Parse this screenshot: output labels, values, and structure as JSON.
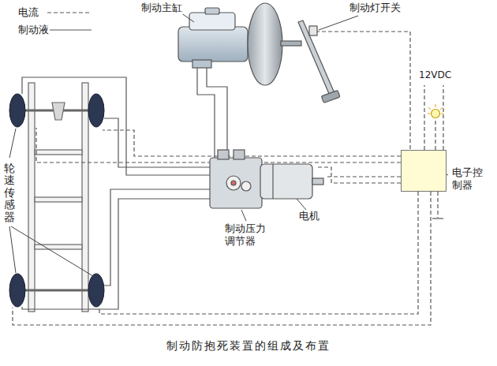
{
  "diagram": {
    "caption": "制动防抱死装置的组成及布置",
    "nodes": [
      {
        "text": [
          "电子控制器"
        ]
      }
    ],
    "labels": [
      "制动主缸",
      "制动灯开关",
      "12VDC",
      "轮速传感器",
      "电机",
      "制动压力调节器"
    ],
    "legend": [
      {
        "text": "电流"
      },
      {
        "text": "制动液"
      }
    ]
  }
}
